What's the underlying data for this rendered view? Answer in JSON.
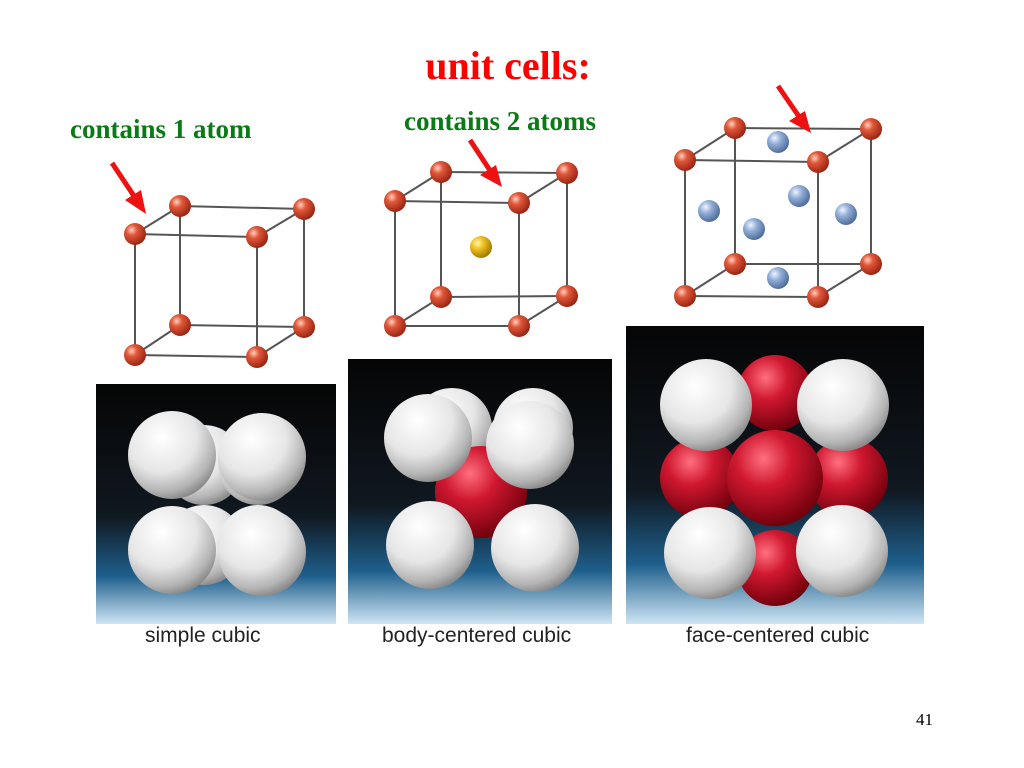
{
  "slide": {
    "title": "unit cells:",
    "page_number": "41"
  },
  "cells": [
    {
      "count_label": "contains 1 atom",
      "caption": "simple cubic"
    },
    {
      "count_label": "contains 2 atoms",
      "caption": "body-centered cubic"
    },
    {
      "count_label": "",
      "caption": "face-centered cubic"
    }
  ],
  "colors": {
    "title": "#ff0000",
    "labels": "#0a7a14",
    "arrows": "#ee1111",
    "corner_atom": "#d2452a",
    "body_atom": "#e8b400",
    "face_atom": "#7f9fcf",
    "photo_white_sphere": "#f2f2f2",
    "photo_red_sphere": "#c4142a"
  }
}
